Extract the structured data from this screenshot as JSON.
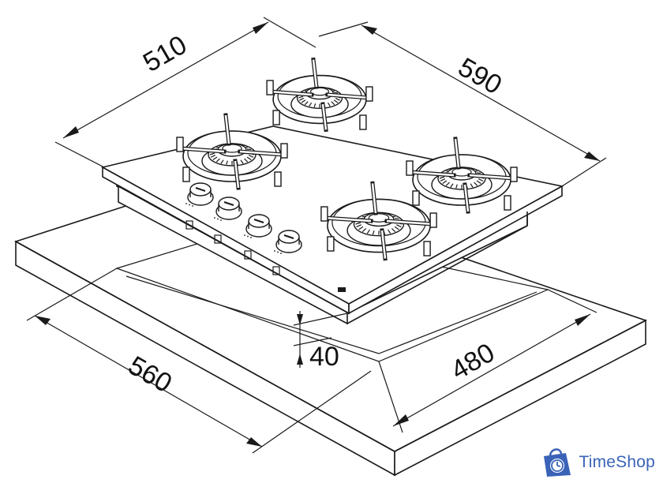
{
  "dimensions": {
    "top_left": "510",
    "top_right": "590",
    "height": "40",
    "cutout_right": "480",
    "cutout_left": "560"
  },
  "watermark": {
    "text": "TimeShop",
    "icon": "shopping-bag-clock-icon",
    "color": "#3a63b8"
  },
  "colors": {
    "stroke": "#1a1a1a",
    "background": "#ffffff"
  }
}
